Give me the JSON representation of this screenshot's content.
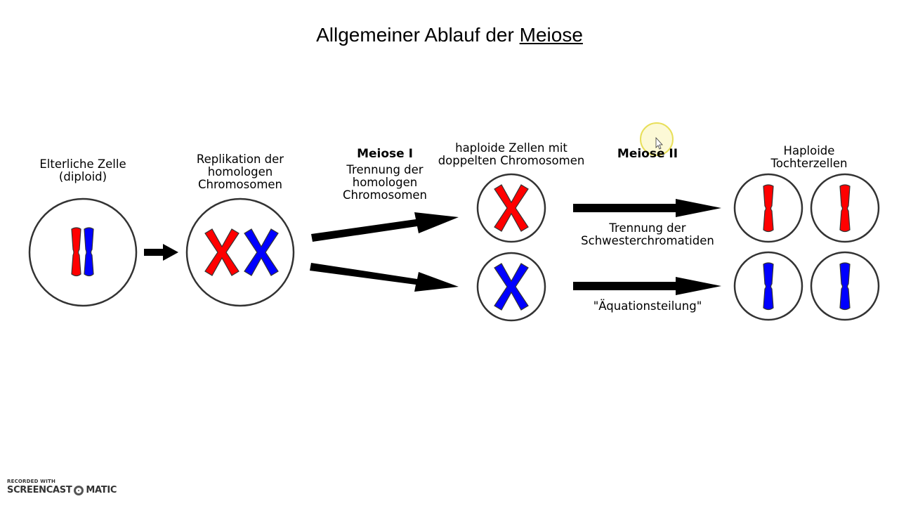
{
  "title": {
    "main": "Allgemeiner Ablauf der ",
    "underlined": "Meiose"
  },
  "labels": {
    "parent_line1": "Elterliche Zelle",
    "parent_line2": "(diploid)",
    "replication_line1": "Replikation der",
    "replication_line2": "homologen",
    "replication_line3": "Chromosomen",
    "meiosis1_title": "Meiose I",
    "meiosis1_line1": "Trennung der",
    "meiosis1_line2": "homologen",
    "meiosis1_line3": "Chromosomen",
    "haploid_line1": "haploide Zellen mit",
    "haploid_line2": "doppelten Chromosomen",
    "meiosis2_title": "Meiose II",
    "separation_line1": "Trennung der",
    "separation_line2": "Schwesterchromatiden",
    "equational": "\"Äquationsteilung\"",
    "daughter_line1": "Haploide",
    "daughter_line2": "Tochterzellen"
  },
  "colors": {
    "maternal": "#ff0000",
    "paternal": "#0000ff",
    "outline": "#333333",
    "arrow": "#000000",
    "cursor_highlight": "#f5ef8a"
  },
  "icons": {
    "cursor": "mouse-pointer-icon",
    "watermark_logo": "screencast-o-matic-logo"
  },
  "watermark": {
    "recorded": "RECORDED WITH",
    "brand_left": "SCREENCAST",
    "brand_right": "MATIC"
  }
}
